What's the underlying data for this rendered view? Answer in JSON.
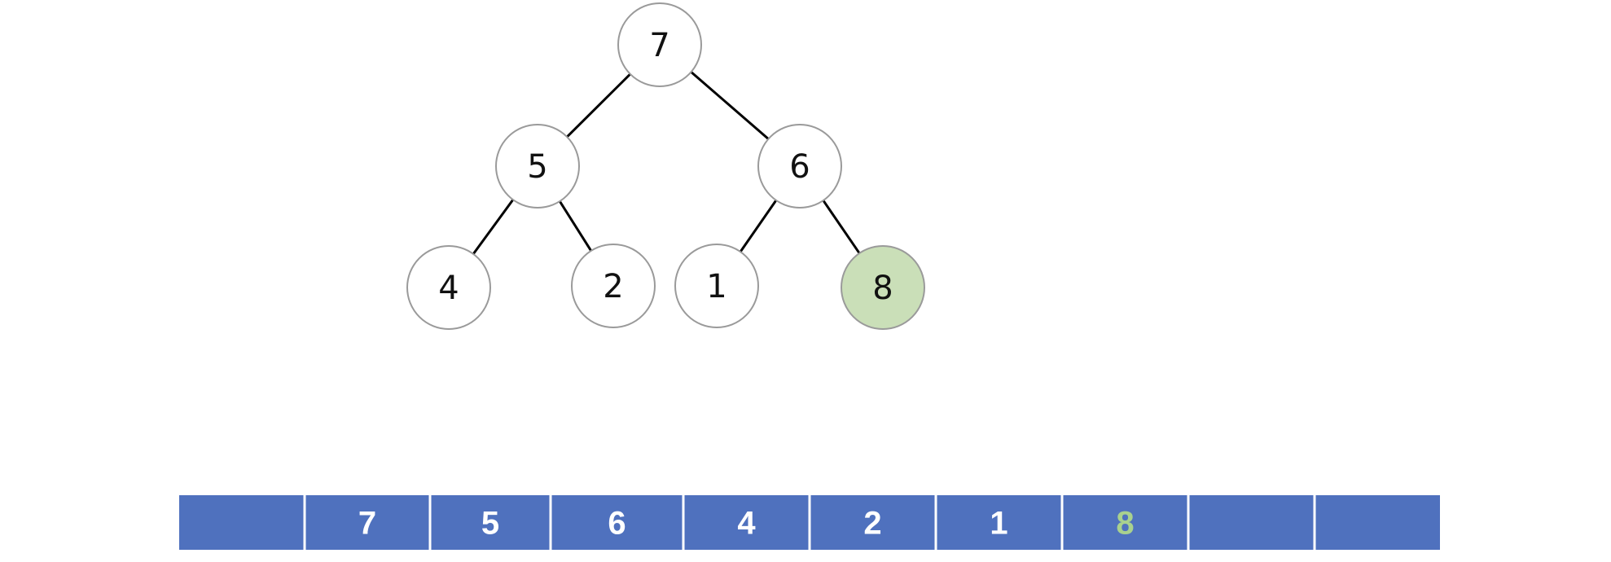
{
  "tree": {
    "nodes": [
      {
        "id": "n0",
        "value": "7",
        "highlighted": false
      },
      {
        "id": "n1",
        "value": "5",
        "highlighted": false
      },
      {
        "id": "n2",
        "value": "6",
        "highlighted": false
      },
      {
        "id": "n3",
        "value": "4",
        "highlighted": false
      },
      {
        "id": "n4",
        "value": "2",
        "highlighted": false
      },
      {
        "id": "n5",
        "value": "1",
        "highlighted": false
      },
      {
        "id": "n6",
        "value": "8",
        "highlighted": true
      }
    ],
    "edges": [
      {
        "from": "n0",
        "to": "n1"
      },
      {
        "from": "n0",
        "to": "n2"
      },
      {
        "from": "n1",
        "to": "n3"
      },
      {
        "from": "n1",
        "to": "n4"
      },
      {
        "from": "n2",
        "to": "n5"
      },
      {
        "from": "n2",
        "to": "n6"
      }
    ]
  },
  "array": {
    "cells": [
      {
        "value": "",
        "highlighted": false
      },
      {
        "value": "7",
        "highlighted": false
      },
      {
        "value": "5",
        "highlighted": false
      },
      {
        "value": "6",
        "highlighted": false
      },
      {
        "value": "4",
        "highlighted": false
      },
      {
        "value": "2",
        "highlighted": false
      },
      {
        "value": "1",
        "highlighted": false
      },
      {
        "value": "8",
        "highlighted": true
      },
      {
        "value": "",
        "highlighted": false
      },
      {
        "value": "",
        "highlighted": false
      }
    ]
  },
  "colors": {
    "node_fill": "#ffffff",
    "node_stroke": "#9a9a9a",
    "node_highlight_fill": "#cadfb8",
    "edge": "#000000",
    "cell_fill": "#4f71be",
    "cell_divider": "#ffffff",
    "cell_text": "#ffffff",
    "cell_highlight_text": "#a9d18e"
  }
}
